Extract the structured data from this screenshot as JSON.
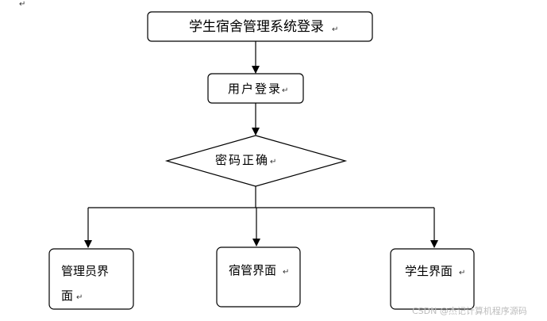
{
  "diagram": {
    "nodes": {
      "title": "学生宿舍管理系统登录",
      "login": "用户登录",
      "check": "密码正确",
      "admin_line1": "管理员界",
      "admin_line2": "面",
      "dorm": "宿管界面",
      "student": "学生界面"
    },
    "para_mark": "↵"
  },
  "watermark": "CSDN @杰记计算机程序源码"
}
